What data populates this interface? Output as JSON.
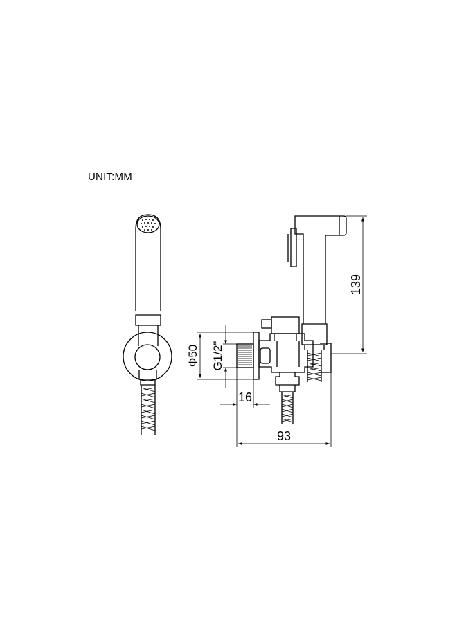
{
  "unit_label": "UNIT:MM",
  "dimensions": {
    "height": "139",
    "width_total": "93",
    "wall_depth": "16",
    "flange_diameter": "Φ50",
    "thread": "G1/2\""
  },
  "colors": {
    "line": "#000000",
    "background": "#ffffff"
  }
}
